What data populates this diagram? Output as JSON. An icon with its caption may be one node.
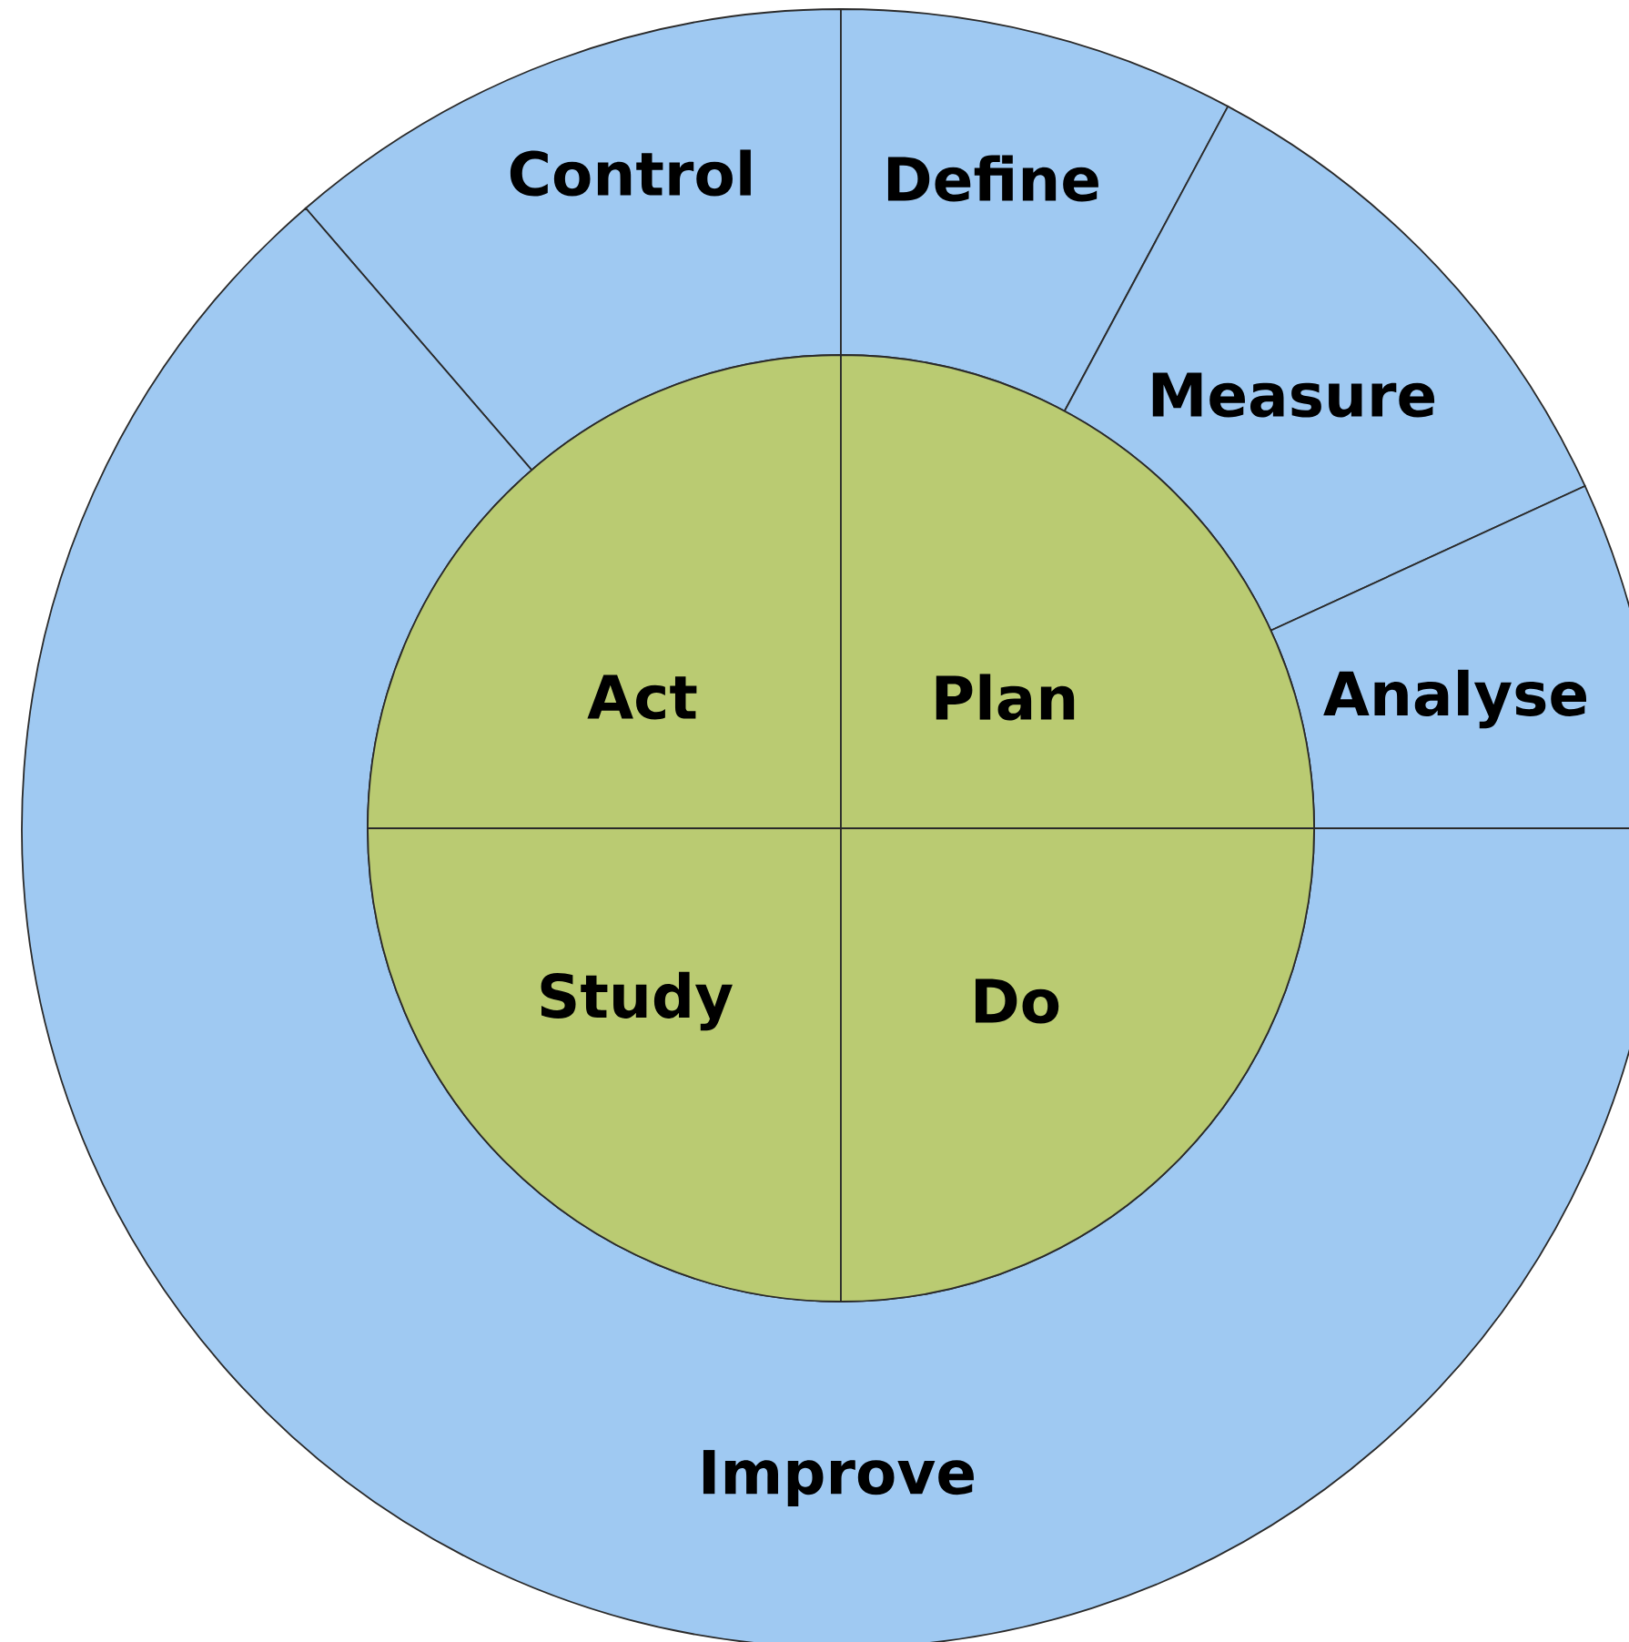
{
  "diagram": {
    "nodes": [
      {
        "text": [
          "Control"
        ]
      },
      {
        "text": [
          "Define"
        ]
      },
      {
        "text": [
          "Measure"
        ]
      },
      {
        "text": [
          "Analyse"
        ]
      },
      {
        "text": [
          "Improve"
        ]
      },
      {
        "text": [
          "Act"
        ]
      },
      {
        "text": [
          "Plan"
        ]
      },
      {
        "text": [
          "Study"
        ]
      },
      {
        "text": [
          "Do"
        ]
      }
    ]
  }
}
